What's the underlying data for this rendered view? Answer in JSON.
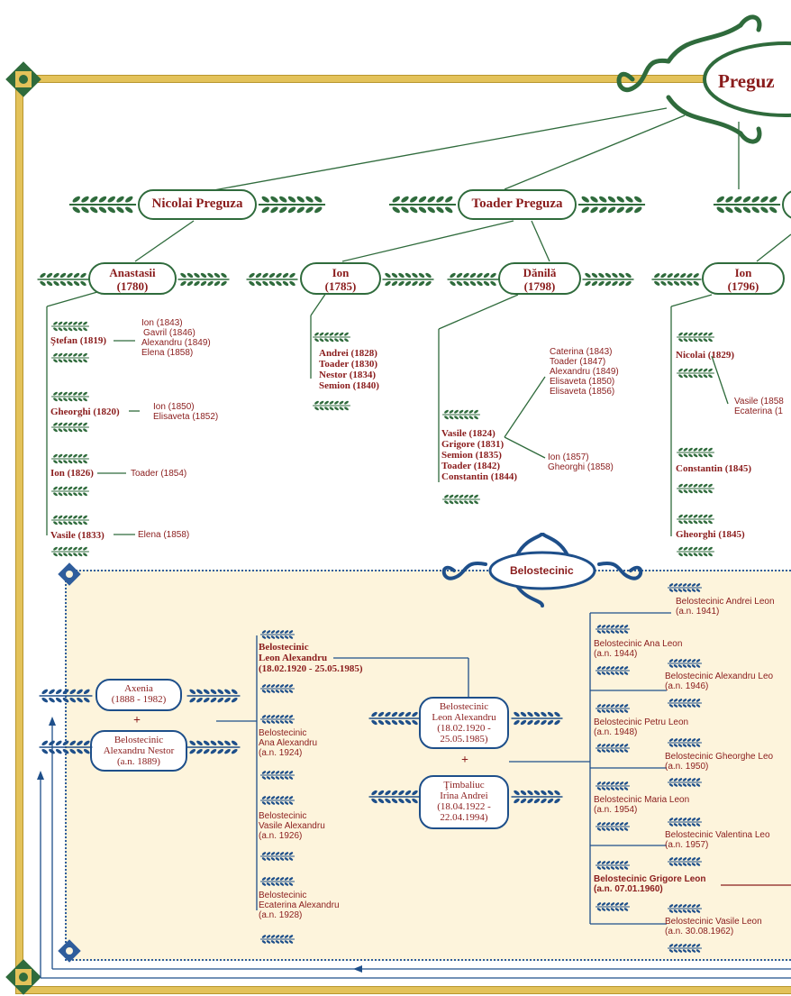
{
  "root": {
    "title": "Preguz"
  },
  "gen1": [
    {
      "name": "Nicolai Preguza"
    },
    {
      "name": "Toader Preguza"
    }
  ],
  "gen2": [
    {
      "name": "Anastasii",
      "year": "(1780)"
    },
    {
      "name": "Ion",
      "year": "(1785)"
    },
    {
      "name": "Dănilă",
      "year": "(1798)"
    },
    {
      "name": "Ion",
      "year": "(1796)"
    }
  ],
  "anastasii_children": [
    {
      "name": "Ştefan (1819)",
      "kids": [
        "Ion (1843)",
        "Gavril (1846)",
        "Alexandru (1849)",
        "Elena (1858)"
      ]
    },
    {
      "name": "Gheorghi (1820)",
      "kids": [
        "Ion (1850)",
        "Elisaveta (1852)"
      ]
    },
    {
      "name": "Ion (1826)",
      "kids": [
        "Toader (1854)"
      ]
    },
    {
      "name": "Vasile (1833)",
      "kids": [
        "Elena (1858)"
      ]
    }
  ],
  "ion1785_children": [
    "Andrei (1828)",
    "Toader (1830)",
    "Nestor (1834)",
    "Semion (1840)"
  ],
  "danila_children": [
    "Vasile (1824)",
    "Grigore (1831)",
    "Semion (1835)",
    "Toader (1842)",
    "Constantin (1844)"
  ],
  "danila_grand1": [
    "Caterina (1843)",
    "Toader (1847)",
    "Alexandru (1849)",
    "Elisaveta (1850)",
    "Elisaveta (1856)"
  ],
  "danila_grand2": [
    "Ion (1857)",
    "Gheorghi (1858)"
  ],
  "ion1796_children": [
    "Nicolai (1829)",
    "Constantin (1845)",
    "Gheorghi (1845)"
  ],
  "ion1796_grand": [
    "Vasile (1858",
    "Ecaterina (1"
  ],
  "belo": {
    "title": "Belostecinic",
    "axenia": [
      "Axenia",
      "(1888 - 1982)"
    ],
    "alexandru": [
      "Belostecinic",
      "Alexandru Nestor",
      "(a.n. 1889)"
    ],
    "plus": "+",
    "children": [
      [
        "Belostecinic",
        "Leon Alexandru",
        "(18.02.1920 - 25.05.1985)"
      ],
      [
        "Belostecinic",
        "Ana Alexandru",
        "(a.n. 1924)"
      ],
      [
        "Belostecinic",
        "Vasile Alexandru",
        "(a.n. 1926)"
      ],
      [
        "Belostecinic",
        "Ecaterina Alexandru",
        "(a.n. 1928)"
      ]
    ],
    "leon": [
      "Belostecinic",
      "Leon Alexandru",
      "(18.02.1920 -",
      "25.05.1985)"
    ],
    "irina": [
      "Ţimbaliuc",
      "Irina Andrei",
      "(18.04.1922 -",
      "22.04.1994)"
    ],
    "grandkids": [
      [
        "Belostecinic Andrei Leon",
        "(a.n. 1941)"
      ],
      [
        "Belostecinic Ana Leon",
        "(a.n. 1944)"
      ],
      [
        "Belostecinic Alexandru Leo",
        "(a.n. 1946)"
      ],
      [
        "Belostecinic Petru Leon",
        "(a.n. 1948)"
      ],
      [
        "Belostecinic Gheorghe Leo",
        "(a.n. 1950)"
      ],
      [
        "Belostecinic Maria Leon",
        "(a.n. 1954)"
      ],
      [
        "Belostecinic Valentina Leo",
        "(a.n. 1957)"
      ],
      [
        "Belostecinic Grigore Leon",
        "(a.n. 07.01.1960)"
      ],
      [
        "Belostecinic Vasile Leon",
        "(a.n. 30.08.1962)"
      ]
    ]
  },
  "icons": [
    "laurel-icon",
    "blue-laurel-icon",
    "corner-knot-icon",
    "scroll-ornament-icon"
  ]
}
